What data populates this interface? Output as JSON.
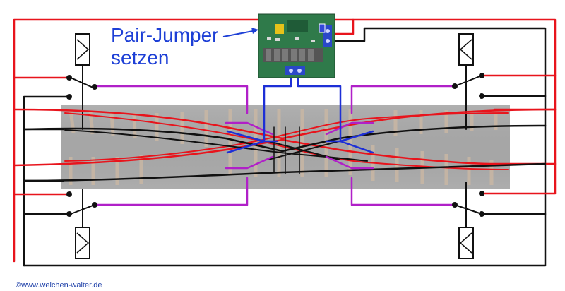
{
  "callout": {
    "line1": "Pair-Jumper",
    "line2": "setzen"
  },
  "copyright": "©www.weichen-walter.de",
  "colors": {
    "wire_red": "#e8141c",
    "wire_black": "#111111",
    "wire_purple": "#b020c8",
    "wire_blue": "#1d2fd6",
    "callout_text": "#1d3fd6",
    "board_green": "#2f7a4a",
    "terminal_blue": "#2a48c8",
    "track_bed": "#a9a9a9"
  },
  "components": [
    "decoder-board",
    "pair-jumper",
    "track-board",
    "double-slip-switch",
    "point-motor",
    "frog-polarization-switch"
  ],
  "icons": [
    "point-motor-icon",
    "switch-contact-icon",
    "terminal-block-icon",
    "arrow-icon"
  ]
}
